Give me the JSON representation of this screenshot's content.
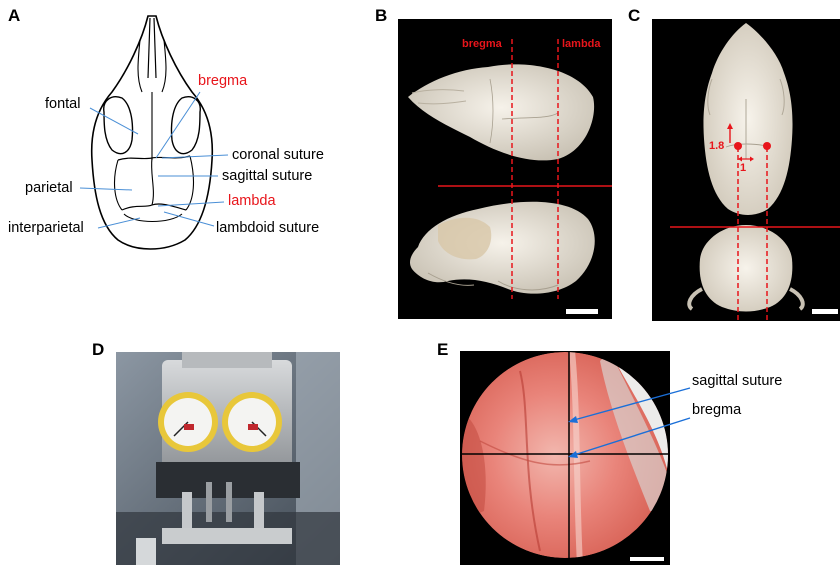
{
  "panels": {
    "a": {
      "letter": "A",
      "labels": {
        "bregma": "bregma",
        "fontal": "fontal",
        "coronal": "coronal suture",
        "parietal": "parietal",
        "sagittal": "sagittal suture",
        "lambda": "lambda",
        "interparietal": "interparietal",
        "lambdoid": "lambdoid suture"
      }
    },
    "b": {
      "letter": "B",
      "bregma": "bregma",
      "lambda": "lambda"
    },
    "c": {
      "letter": "C",
      "ap": "1.8",
      "ml": "1"
    },
    "d": {
      "letter": "D"
    },
    "e": {
      "letter": "E",
      "sagittal": "sagittal suture",
      "bregma": "bregma"
    }
  },
  "colors": {
    "highlight": "#e8151b",
    "leader": "#4a8fd6",
    "arrow": "#1a6fd8"
  }
}
